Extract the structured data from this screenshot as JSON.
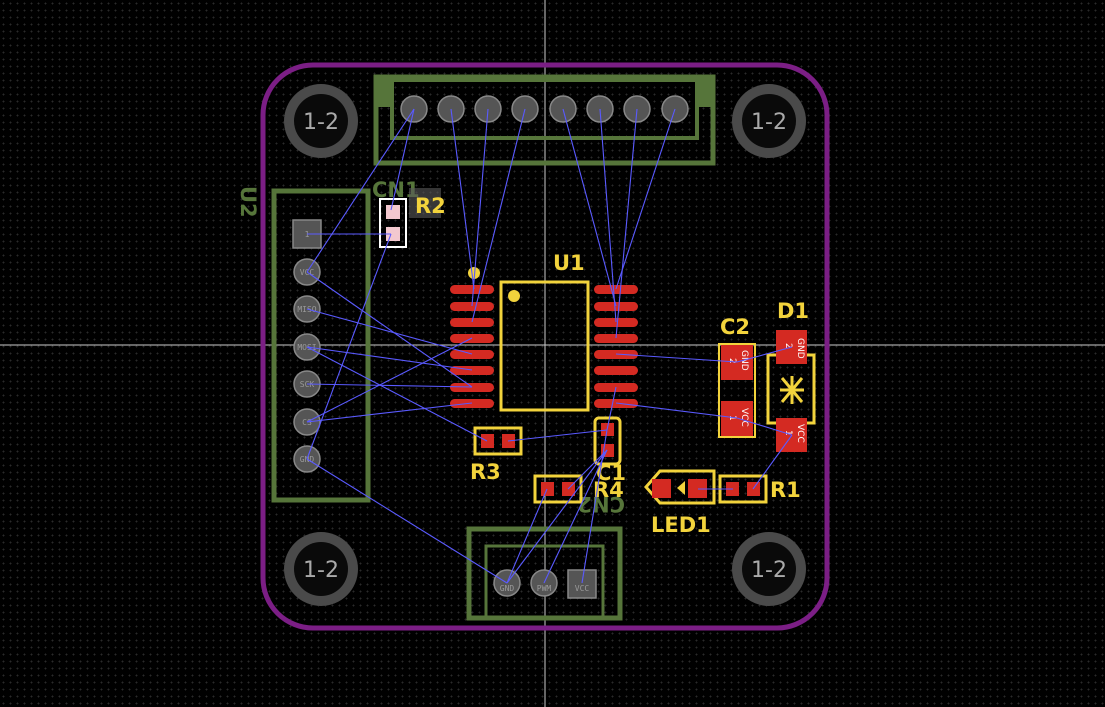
{
  "board": {
    "mounting_hole_label": "1-2"
  },
  "components": {
    "u1": "U1",
    "u2": "U2",
    "cn1": "CN1",
    "cn2": "CN2",
    "c1": "C1",
    "c2": "C2",
    "d1": "D1",
    "r1": "R1",
    "r2": "R2",
    "r3": "R3",
    "r4": "R4",
    "led1": "LED1"
  },
  "pads": {
    "gnd": "GND",
    "vcc": "VCC",
    "pin1": "1",
    "pin2": "2"
  },
  "connector_pins": {
    "u2": [
      "1",
      "VCC",
      "MISO",
      "MOSI",
      "SCK",
      "CS",
      "GND"
    ],
    "cn2": [
      "GND",
      "PWM",
      "VCC"
    ]
  },
  "colors": {
    "background": "#000000",
    "board_outline": "#7b1e85",
    "silkscreen": "#f2d33c",
    "back_silkscreen": "#56753a",
    "copper_pad": "#d42a22",
    "ratsnest": "#5a5aff",
    "crosshair": "#ffffff"
  }
}
